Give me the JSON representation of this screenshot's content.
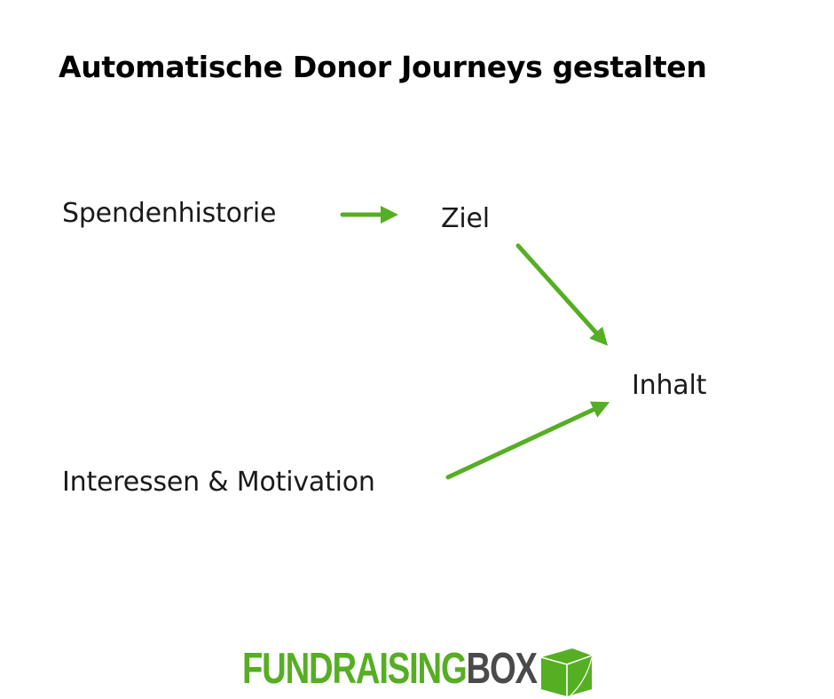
{
  "title": "Automatische Donor Journeys gestalten",
  "nodes": {
    "spendenhistorie": "Spendenhistorie",
    "ziel": "Ziel",
    "inhalt": "Inhalt",
    "interessen": "Interessen & Motivation"
  },
  "edges": [
    {
      "from": "Spendenhistorie",
      "to": "Ziel"
    },
    {
      "from": "Ziel",
      "to": "Inhalt"
    },
    {
      "from": "Interessen & Motivation",
      "to": "Inhalt"
    }
  ],
  "colors": {
    "accent": "#56ae23",
    "logo_gray": "#4a4a4a",
    "text": "#1a1a1a"
  },
  "logo": {
    "part1": "FUNDRAISING",
    "part2": "BOX",
    "icon": "cube-icon"
  }
}
